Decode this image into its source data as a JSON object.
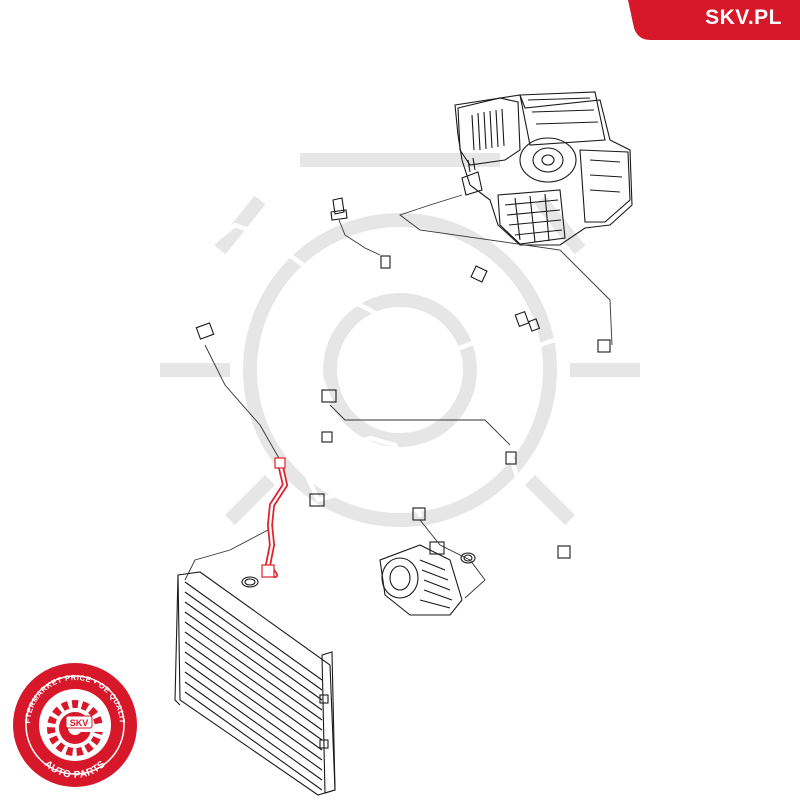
{
  "brand": {
    "site": "SKV.PL",
    "accent": "#d7182a"
  },
  "seal": {
    "ring_text": "AFTERMARKET PRICE • OE QUALITY",
    "badge": "SKV",
    "bottom_text": "AUTO PARTS",
    "color": "#d7182a"
  },
  "diagram": {
    "highlight_color": "#e0202a",
    "line_color": "#1a1a1a"
  }
}
